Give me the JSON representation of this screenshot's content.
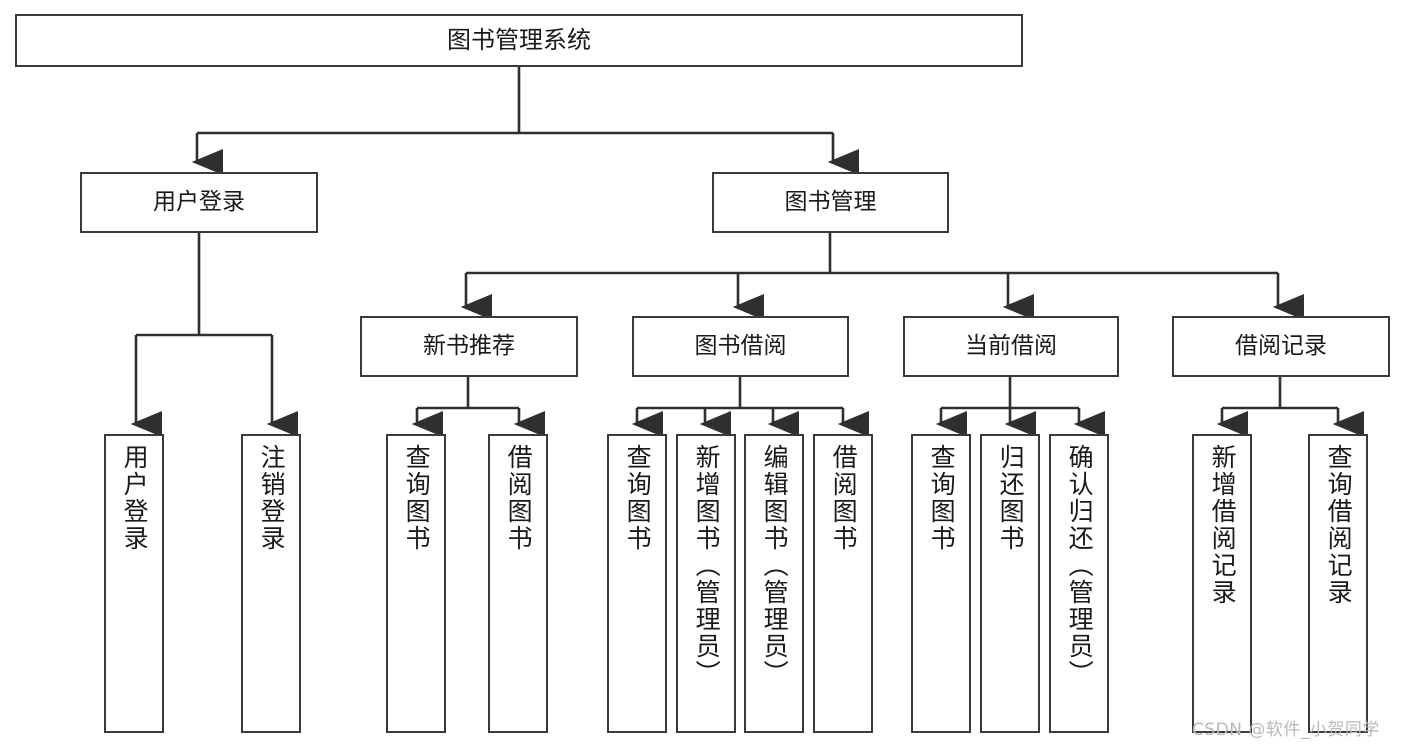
{
  "diagram": {
    "title": "图书管理系统",
    "type": "hierarchy-tree",
    "background": "#ffffff",
    "stroke_color": "#3a3a3a",
    "text_color": "#1a1a1a"
  },
  "nodes": {
    "root": {
      "label": "图书管理系统"
    },
    "level1": [
      {
        "label": "用户登录"
      },
      {
        "label": "图书管理"
      }
    ],
    "level2": [
      {
        "label": "新书推荐"
      },
      {
        "label": "图书借阅"
      },
      {
        "label": "当前借阅"
      },
      {
        "label": "借阅记录"
      }
    ],
    "leaves": {
      "user_login": [
        {
          "label": "用户登录"
        },
        {
          "label": "注销登录"
        }
      ],
      "new_book": [
        {
          "label": "查询图书"
        },
        {
          "label": "借阅图书"
        }
      ],
      "book_borrow": [
        {
          "label": "查询图书"
        },
        {
          "label": "新增图书（管理员）"
        },
        {
          "label": "编辑图书（管理员）"
        },
        {
          "label": "借阅图书"
        }
      ],
      "current_borrow": [
        {
          "label": "查询图书"
        },
        {
          "label": "归还图书"
        },
        {
          "label": "确认归还（管理员）"
        }
      ],
      "borrow_record": [
        {
          "label": "新增借阅记录"
        },
        {
          "label": "查询借阅记录"
        }
      ]
    }
  },
  "watermark": {
    "text": "CSDN @软件_小贺同学"
  }
}
